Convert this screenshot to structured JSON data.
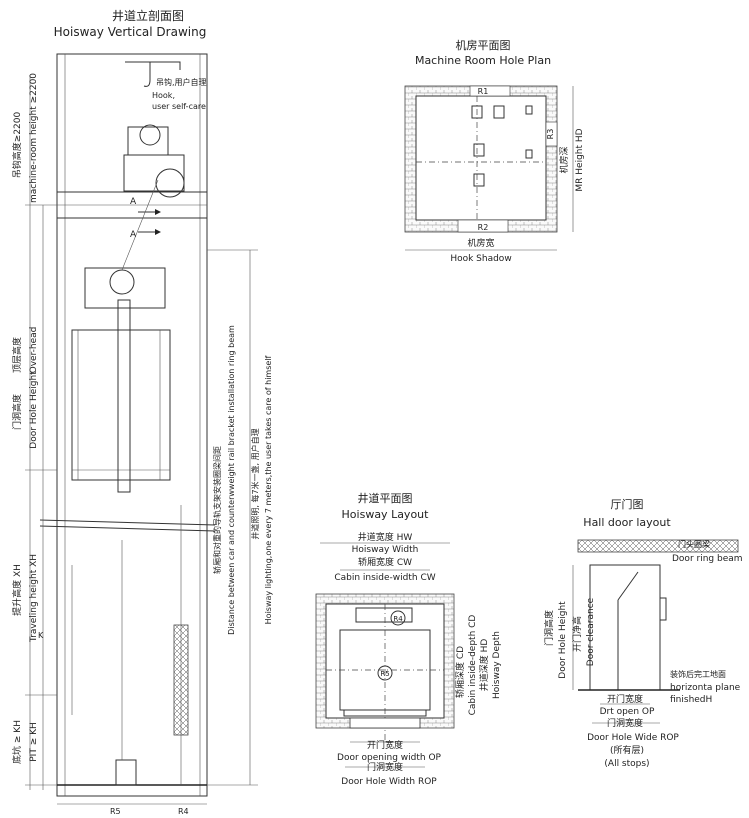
{
  "vertical": {
    "title_cn": "井道立剖面图",
    "title_en": "Hoisway Vertical Drawing",
    "hook_cn": "吊钩,用户自理",
    "hook_en1": "Hook,",
    "hook_en2": "user self-care",
    "section_a": "A",
    "mr_height_cn": "吊钩高度≥2200",
    "mr_height_en": "machine-room height ≥2200",
    "overhead_cn": "顶层高度",
    "overhead_en": "Over-head",
    "door_height_cn": "门洞高度",
    "door_height_en": "Door Hole Height",
    "travel_cn": "提升高度 XH",
    "travel_en": "Traveling height XH",
    "k_label": "K",
    "pit_cn": "底坑 ≥ KH",
    "pit_en": "PIT ≥ KH",
    "rail_cn": "轿厢和对重的导轨支架安装圈梁间距",
    "rail_en": "Distance between car and counterwweight rail bracket installation ring beam",
    "light_cn": "井道照明, 每7米一盏, 用户自理",
    "light_en": "Hoisway lighting,one every 7 meters,the user takes care of himself",
    "r5": "R5",
    "r4": "R4"
  },
  "machine_room": {
    "title_cn": "机房平面图",
    "title_en": "Machine Room Hole Plan",
    "r1": "R1",
    "r2": "R2",
    "r3": "R3",
    "depth_cn": "机房深",
    "depth_en": "MR Height HD",
    "width_cn": "机房宽",
    "width_en": "Hook Shadow"
  },
  "layout": {
    "title_cn": "井道平面图",
    "title_en": "Hoisway Layout",
    "hw_cn": "井道宽度 HW",
    "hw_en": "Hoisway Width",
    "cw_cn": "轿厢宽度 CW",
    "cw_en": "Cabin inside-width CW",
    "cd_cn": "轿厢深度 CD",
    "cd_en": "Cabin inside-depth CD",
    "hd_cn": "井道深度 HD",
    "hd_en": "Hoisway Depth",
    "r4": "R4",
    "r5": "R5",
    "op_cn": "开门宽度",
    "op_en": "Door opening width OP",
    "rop_cn": "门洞宽度",
    "rop_en": "Door Hole Width ROP"
  },
  "hall": {
    "title_cn": "厅门图",
    "title_en": "Hall door layout",
    "beam_cn": "门头圈梁",
    "beam_en": "Door ring beam",
    "door_height_cn": "门洞高度",
    "door_height_en": "Door Hole Height",
    "clear_cn": "开门净高",
    "clear_en": "Door clearance",
    "finish_cn": "装饰后完工地面",
    "finish_en1": "horizonta plane",
    "finish_en2": "finishedH",
    "op_cn": "开门宽度",
    "op_en": "Drt open OP",
    "rop_cn": "门洞宽度",
    "rop_en": "Door Hole Wide ROP",
    "stops_cn": "(所有层)",
    "stops_en": "(All stops)"
  }
}
